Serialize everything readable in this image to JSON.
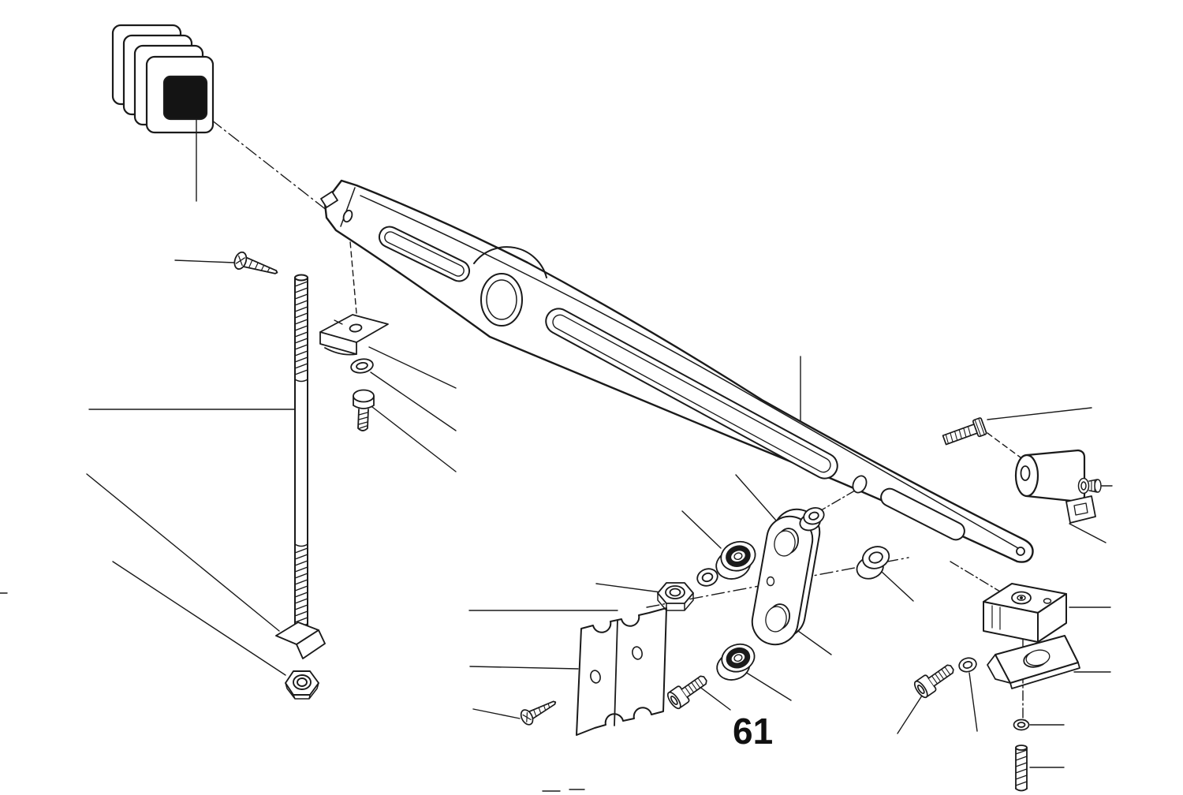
{
  "figure": {
    "number": "61"
  },
  "canvas": {
    "background": "#ffffff",
    "line_color": "#1a1a1a",
    "dark_fill": "#141414"
  },
  "parts": [
    "buffer-pad",
    "tapping-screw-upper",
    "threaded-rod",
    "clip-nut",
    "washer-upper",
    "shoulder-screw",
    "main-arm",
    "angle-bracket",
    "hex-nut-left",
    "serrated-plate",
    "tapping-screw-lower",
    "hex-nut-center",
    "washer-center",
    "bushing-upper",
    "link-plate",
    "spacer-small",
    "spacer-right",
    "bushing-lower",
    "cap-screw-center",
    "pivot-cylinder",
    "hex-bolt-right",
    "screw-lock-washer-cylinder",
    "clamp-block",
    "clamp-bracket",
    "cap-screw-right",
    "washer-right",
    "spring-washer-bottom",
    "stud-bottom"
  ]
}
